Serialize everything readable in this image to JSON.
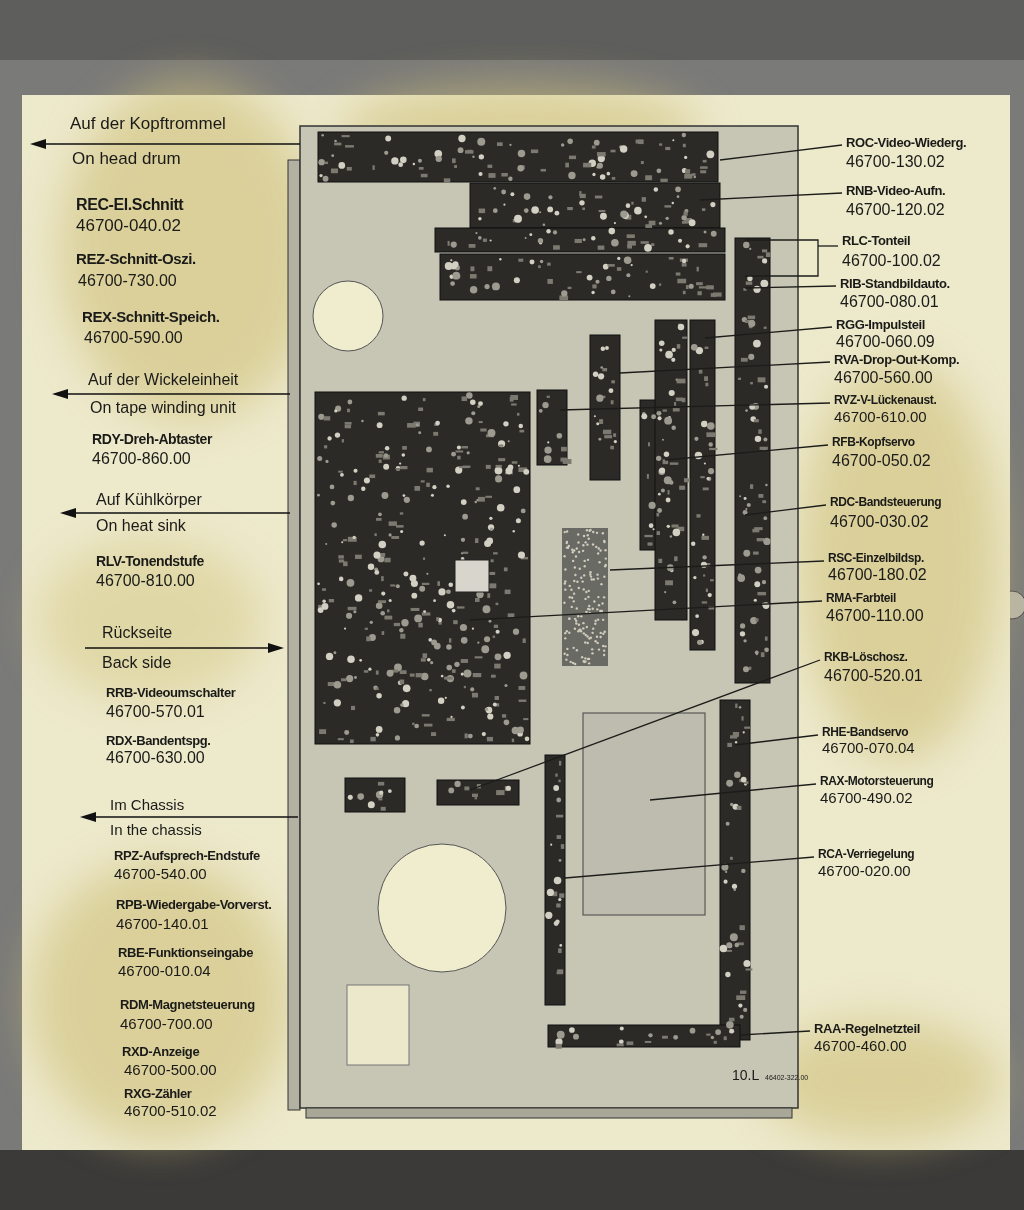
{
  "diagram": {
    "labels": [
      "Auf der Kopftrommel",
      "On head drum",
      "REC-El.Schnitt",
      "46700-040.02",
      "REZ-Schnitt-Oszi.",
      "46700-730.00",
      "REX-Schnitt-Speich.",
      "46700-590.00",
      "Auf der Wickeleinheit",
      "On tape winding unit",
      "RDY-Dreh-Abtaster",
      "46700-860.00",
      "Auf Kühlkörper",
      "On heat sink",
      "RLV-Tonendstufe",
      "46700-810.00",
      "Rückseite",
      "Back side",
      "RRB-Videoumschalter",
      "46700-570.01",
      "RDX-Bandentspg.",
      "46700-630.00",
      "Im Chassis",
      "In the chassis",
      "RPZ-Aufsprech-Endstufe",
      "46700-540.00",
      "RPB-Wiedergabe-Vorverst.",
      "46700-140.01",
      "RBE-Funktionseingabe",
      "46700-010.04",
      "RDM-Magnetsteuerung",
      "46700-700.00",
      "RXD-Anzeige",
      "46700-500.00",
      "RXG-Zähler",
      "46700-510.02",
      "ROC-Video-Wiederg.",
      "46700-130.02",
      "RNB-Video-Aufn.",
      "46700-120.02",
      "RLC-Tonteil",
      "46700-100.02",
      "RIB-Standbildauto.",
      "46700-080.01",
      "RGG-Impulsteil",
      "46700-060.09",
      "RVA-Drop-Out-Komp.",
      "46700-560.00",
      "RVZ-V-Lückenaust.",
      "46700-610.00",
      "RFB-Kopfservo",
      "46700-050.02",
      "RDC-Bandsteuerung",
      "46700-030.02",
      "RSC-Einzelbildsp.",
      "46700-180.02",
      "RMA-Farbteil",
      "46700-110.00",
      "RKB-Löschosz.",
      "46700-520.01",
      "RHE-Bandservo",
      "46700-070.04",
      "RAX-Motorsteuerung",
      "46700-490.02",
      "RCA-Verriegelung",
      "46700-020.00",
      "RAA-Regelnetzteil",
      "46700-460.00",
      "10.L",
      "46402-322.00"
    ]
  }
}
